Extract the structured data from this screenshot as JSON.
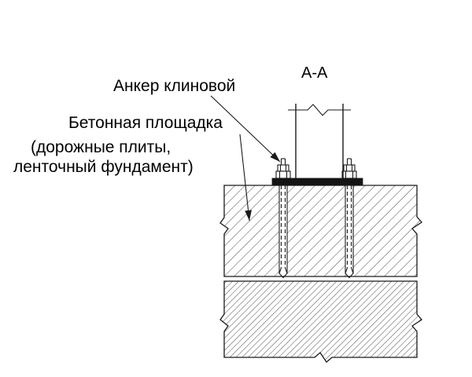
{
  "section_title": "А-А",
  "callouts": {
    "anchor_label": "Анкер клиновой",
    "pad_label_line1": "Бетонная площадка",
    "pad_label_line2": "(дорожные плиты,",
    "pad_label_line3": "ленточный фундамент)"
  },
  "colors": {
    "line": "#1a1a1a",
    "hatch": "#3a3a3a",
    "background": "#ffffff",
    "plate_fill": "#141414"
  }
}
